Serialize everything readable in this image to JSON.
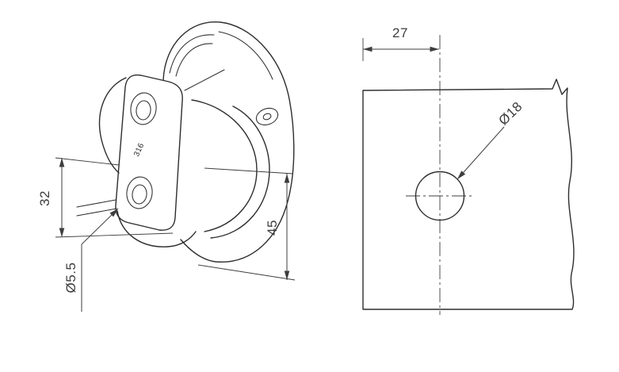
{
  "drawing": {
    "colors": {
      "line": "#2d2d2d",
      "dim": "#3d3d3d",
      "background": "#ffffff"
    },
    "iso_view": {
      "marking": "316",
      "dim_width": "32",
      "dim_cable": "Ø5.5",
      "dim_height": "45"
    },
    "plan_view": {
      "dim_offset": "27",
      "dim_hole": "Ø18"
    }
  }
}
